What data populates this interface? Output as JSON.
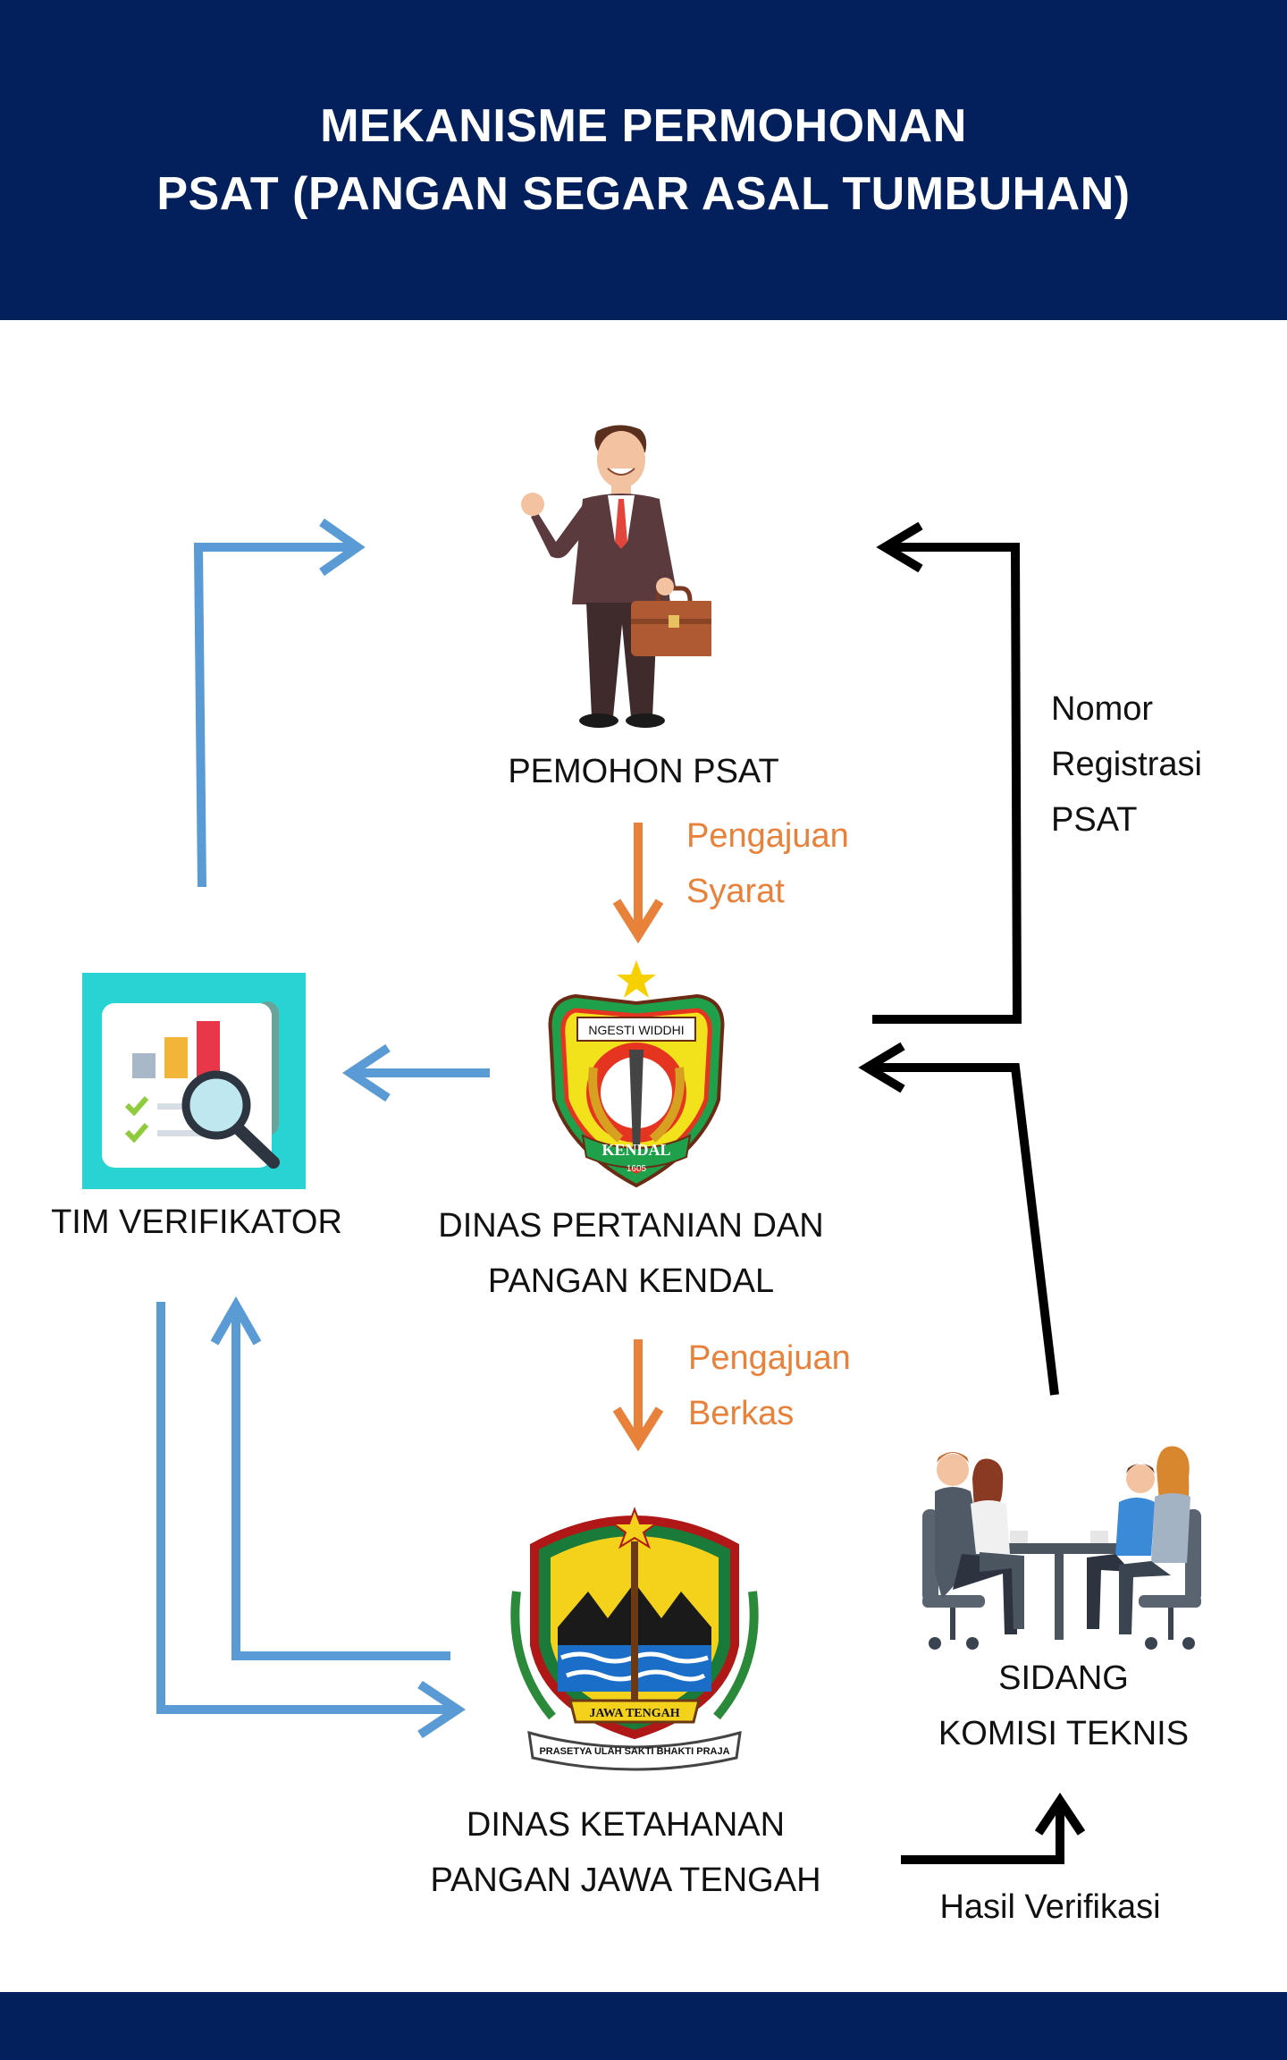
{
  "header": {
    "title_line1": "MEKANISME PERMOHONAN",
    "title_line2": "PSAT (PANGAN SEGAR ASAL TUMBUHAN)"
  },
  "nodes": {
    "pemohon": {
      "label": "PEMOHON PSAT"
    },
    "tim": {
      "label": "TIM VERIFIKATOR"
    },
    "dinas_kendal": {
      "line1": "DINAS PERTANIAN DAN",
      "line2": "PANGAN KENDAL",
      "emblem_motto": "NGESTI WIDDHI",
      "emblem_name": "KENDAL",
      "emblem_year": "1605"
    },
    "dinas_jateng": {
      "line1": "DINAS KETAHANAN",
      "line2": "PANGAN JAWA TENGAH",
      "emblem_name": "JAWA TENGAH",
      "emblem_motto": "PRASETYA ULAH SAKTI BHAKTI PRAJA"
    },
    "sidang": {
      "line1": "SIDANG",
      "line2": "KOMISI TEKNIS"
    }
  },
  "edges": {
    "pengajuan_syarat": {
      "line1": "Pengajuan",
      "line2": "Syarat"
    },
    "pengajuan_berkas": {
      "line1": "Pengajuan",
      "line2": "Berkas"
    },
    "nomor_registrasi": {
      "line1": "Nomor",
      "line2": "Registrasi",
      "line3": "PSAT"
    },
    "hasil_verifikasi": {
      "label": "Hasil Verifikasi"
    }
  },
  "colors": {
    "navy": "#03205c",
    "blue_arrow": "#5b9bd5",
    "orange_arrow": "#e8813a",
    "black_arrow": "#000000"
  }
}
